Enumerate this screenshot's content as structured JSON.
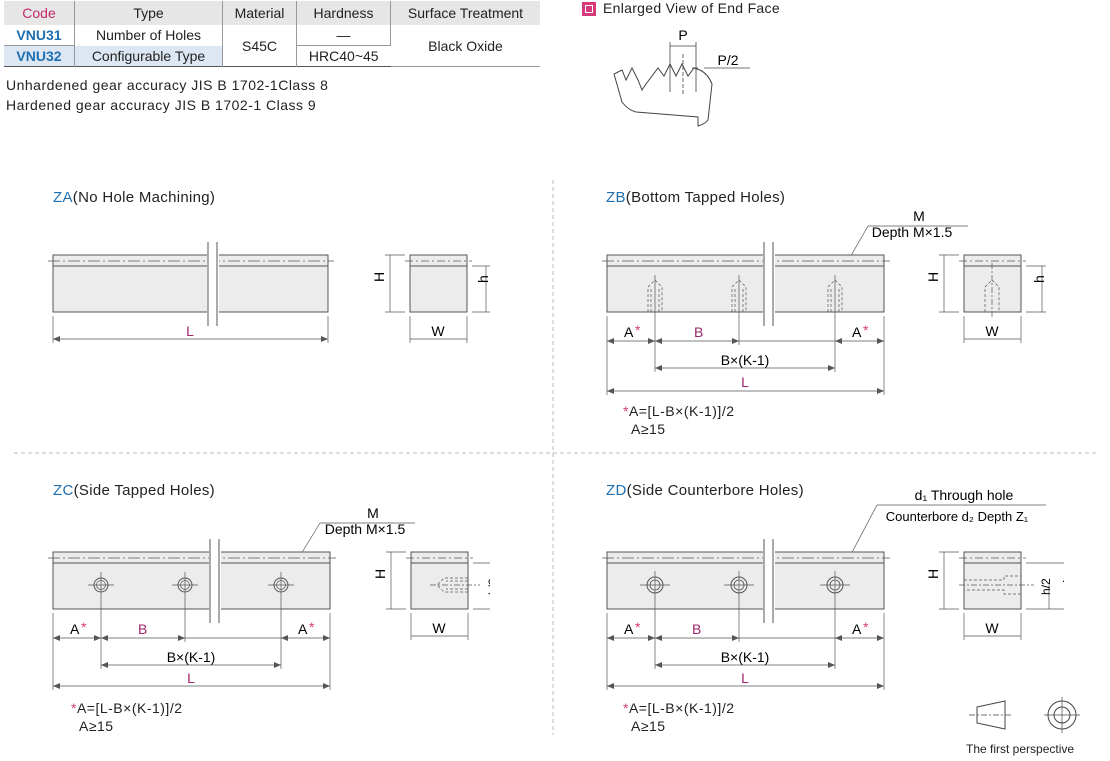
{
  "spec_table": {
    "headers": [
      "Code",
      "Type",
      "Material",
      "Hardness",
      "Surface Treatment"
    ],
    "code_1": "VNU31",
    "code_2": "VNU32",
    "type_1": "Number of Holes",
    "type_2": "Configurable Type",
    "material": "S45C",
    "hardness_1": "—",
    "hardness_2": "HRC40~45",
    "surface": "Black Oxide"
  },
  "notes": [
    "Unhardened gear accuracy JIS B 1702-1Class 8",
    "Hardened gear accuracy JIS B 1702-1 Class 9"
  ],
  "end_face": {
    "title": "Enlarged View of End Face",
    "label_p": "P",
    "label_p2": "P/2"
  },
  "sections": {
    "za": {
      "code": "ZA",
      "name": "(No Hole Machining)"
    },
    "zb": {
      "code": "ZB",
      "name": "(Bottom Tapped Holes)"
    },
    "zc": {
      "code": "ZC",
      "name": "(Side Tapped Holes)"
    },
    "zd": {
      "code": "ZD",
      "name": "(Side Counterbore Holes)"
    }
  },
  "dims": {
    "L": "L",
    "H": "H",
    "h": "h",
    "W": "W",
    "B": "B",
    "A": "A",
    "star": "*",
    "BK": "B×(K-1)",
    "h2": "h/2",
    "M": "M",
    "depth": "Depth M×1.5",
    "d1": "d₁ Through hole",
    "cb": "Counterbore d₂ Depth Z₁",
    "formula": "A=[L-B×(K-1)]/2",
    "a15": "A≥15"
  },
  "footer": {
    "perspective": "The first perspective"
  },
  "colors": {
    "code_blue": "#1f6fb0",
    "accent_pink": "#a0256a",
    "header_code": "#c62a6b",
    "marker": "#d63a7a"
  }
}
